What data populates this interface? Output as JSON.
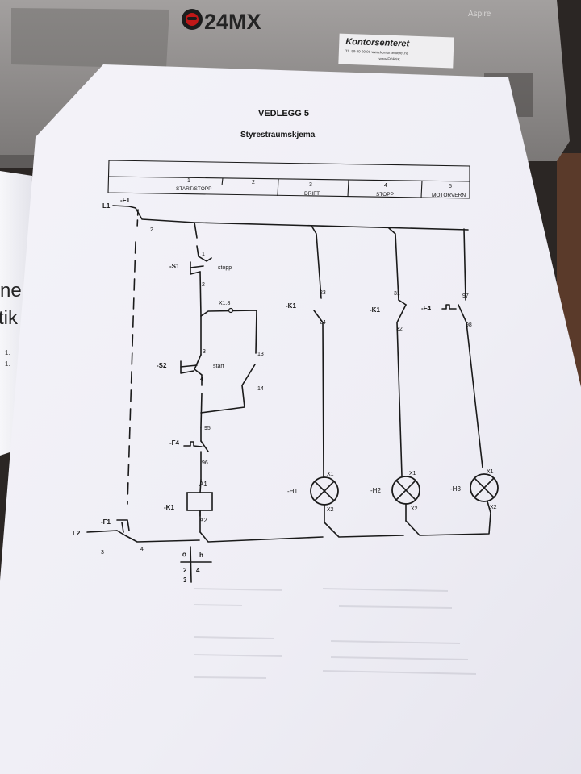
{
  "laptop": {
    "brand_logo": "24MX",
    "brand_logo_icon": "helmet-icon",
    "model_badge": "Aspire",
    "sticker_title": "Kontorsenteret",
    "sticker_lines": [
      "Tlf. 99 99 99 99 www.kontorsenteret.no",
      "www.FORSK"
    ]
  },
  "left_sheet": {
    "fragments": [
      "ne",
      "tik",
      "1.",
      "1."
    ]
  },
  "document": {
    "title": "VEDLEGG 5",
    "subtitle": "Styrestraumskjema",
    "columns": [
      {
        "number": "1",
        "label": "START/STOPP"
      },
      {
        "number": "2",
        "label": ""
      },
      {
        "number": "3",
        "label": "DRIFT"
      },
      {
        "number": "4",
        "label": "STOPP"
      },
      {
        "number": "5",
        "label": "MOTORVERN"
      }
    ],
    "labels": {
      "l1": "L1",
      "l2": "L2",
      "f1_top": "-F1",
      "f1_bottom": "-F1",
      "n2": "2",
      "n3": "3",
      "n4": "4",
      "s1": "-S1",
      "s1_text": "stopp",
      "s1_t1": "1",
      "s1_t2": "2",
      "x18": "X1:8",
      "s2": "-S2",
      "s2_text": "start",
      "s2_t3": "3",
      "s2_t4": "4",
      "k1_13": "13",
      "k1_14": "14",
      "f4_95": "95",
      "f4": "-F4",
      "f4_96": "96",
      "k1_a1": "A1",
      "k1": "-K1",
      "k1_a2": "A2",
      "k1_23": "23",
      "k1_24": "24",
      "k1_drift": "-K1",
      "k1_31": "31",
      "k1_32": "32",
      "k1_stopp": "-K1",
      "f4_97": "97",
      "f4_98": "98",
      "f4_mv": "-F4",
      "h1": "-H1",
      "h1_x1": "X1",
      "h1_x2": "X2",
      "h2": "-H2",
      "h2_x1": "X1",
      "h2_x2": "X2",
      "h3": "-H3",
      "h3_x1": "X1",
      "h3_x2": "X2"
    },
    "contact_table": {
      "headers": [
        "ꭤ",
        "h"
      ],
      "left_values": [
        "2",
        "3"
      ],
      "right_values": [
        "4"
      ]
    }
  },
  "colors": {
    "paper": "#f1f0f6",
    "laptop": "#8a8786",
    "red_folder": "#d21f1f"
  }
}
